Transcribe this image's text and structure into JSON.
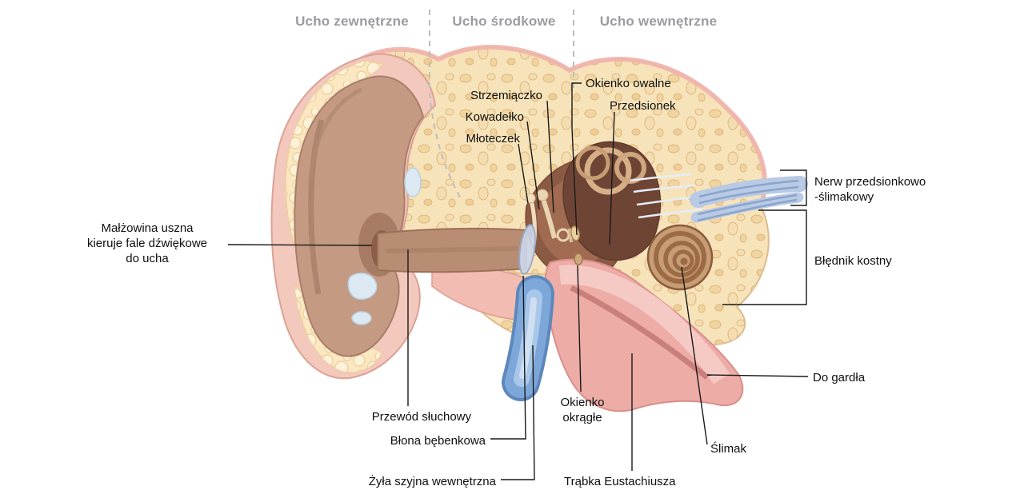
{
  "sections": {
    "outer": "Ucho zewnętrzne",
    "middle": "Ucho środkowe",
    "inner": "Ucho wewnętrzne"
  },
  "labels": {
    "pinna": {
      "lines": [
        "Małżowina uszna",
        "kieruje fale dźwiękowe",
        "do ucha"
      ]
    },
    "stapes": "Strzemiączko",
    "incus": "Kowadełko",
    "malleus": "Młoteczek",
    "oval_window": "Okienko owalne",
    "vestibule": "Przedsionek",
    "nerve": {
      "lines": [
        "Nerw przedsionkowo",
        "-ślimakowy"
      ]
    },
    "bony_labyrinth": "Błędnik kostny",
    "to_throat": "Do gardła",
    "ear_canal": "Przewód słuchowy",
    "eardrum": "Błona bębenkowa",
    "jugular_vein": "Żyła szyjna wewnętrzna",
    "round_window": {
      "lines": [
        "Okienko",
        "okrągłe"
      ]
    },
    "eustachian_tube": "Trąbka Eustachiusza",
    "cochlea": "Ślimak"
  },
  "colors": {
    "header_gray": "#9b9ba0",
    "label_black": "#0f0f0f",
    "leader_line": "#1a1a1a",
    "dashed_divider": "#bdbdbd",
    "bone_cream": "#f7e3ba",
    "pebble_tan": "#efd29b",
    "skin_pink": "#f3c8bd",
    "pinna_brown": "#c49a83",
    "cavity_brown": "#8a5a43",
    "cochlea_brown": "#c79d74",
    "vein_blue": "#7da7d9",
    "nerve_blue": "#b9cae5",
    "eustachian_pink": "#edaca6"
  }
}
